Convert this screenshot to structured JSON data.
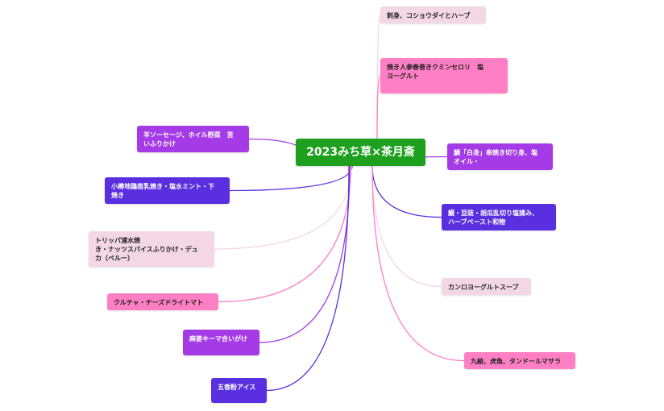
{
  "mindmap": {
    "root": {
      "label": "2023みち草×茶月斎",
      "color": "#1ea01e"
    },
    "colors": {
      "light-pink": "#f3d7e4",
      "pink": "#ff7fc4",
      "violet": "#a43be6",
      "indigo": "#5a2fe0"
    },
    "right_branches": [
      {
        "label": "刺身、コショウダイとハーブ",
        "style": "light-pink"
      },
      {
        "label": "焼き人参春巻きクミンセロリ　塩\nヨーグルト",
        "style": "pink"
      },
      {
        "label": "鯛「白身」串焼き切り身、塩\nオイル・",
        "style": "violet"
      },
      {
        "label": "鰻・豆豉・胡瓜乱切り塩揉み、\nハーブペースト和物",
        "style": "indigo"
      },
      {
        "label": "カンロヨーグルトスープ",
        "style": "light-pink"
      },
      {
        "label": "九絵、虎魚、タンドールマサラ",
        "style": "pink"
      }
    ],
    "left_branches": [
      {
        "label": "羊ソーセージ、ホイル野菜　苦\nいふりかけ",
        "style": "violet"
      },
      {
        "label": "小樽地鶏南乳焼き・塩水ミント・下\n焼き",
        "style": "indigo"
      },
      {
        "label": "トリッパ浦水焼\nき・ナッツスパイスふりかけ・デュ\nカ（ペルー）",
        "style": "light-pink"
      },
      {
        "label": "クルチャ・チーズドライトマト",
        "style": "pink"
      },
      {
        "label": "麻婆キーマ合いがけ",
        "style": "violet"
      },
      {
        "label": "五香粉アイス",
        "style": "indigo"
      }
    ]
  }
}
